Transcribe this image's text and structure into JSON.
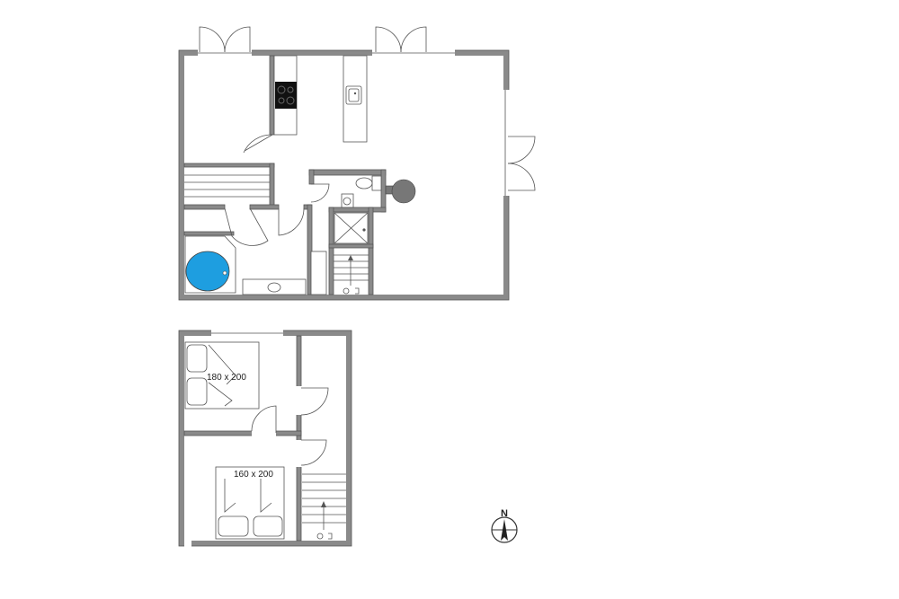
{
  "bed_labels": {
    "upper_bedroom": "180 x 200",
    "lower_bedroom": "160 x 200"
  },
  "compass": {
    "north_label": "N"
  },
  "colors": {
    "wall": "#8a8a8a",
    "wall_stroke": "#555555",
    "bathtub": "#1e9ee0",
    "stove": "#111111",
    "stove_burner": "#444444",
    "chimney": "#777777"
  }
}
